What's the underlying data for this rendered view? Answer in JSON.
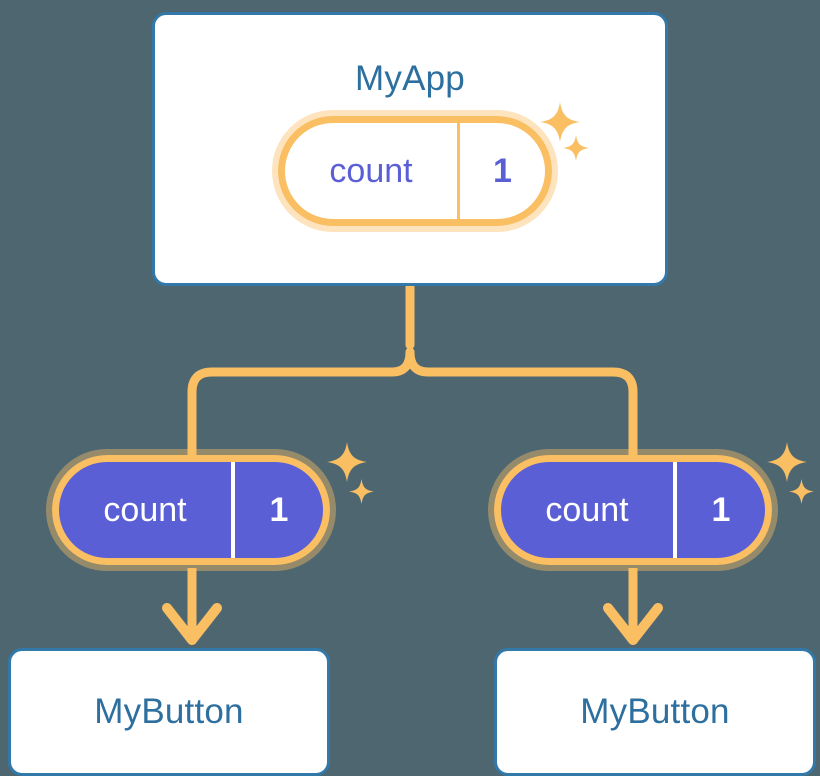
{
  "diagram": {
    "background_color": "#4d6670",
    "accent_orange": "#fabe63",
    "accent_blue": "#3278a8",
    "accent_purple": "#5b5fd6",
    "title_color": "#2d6f9e"
  },
  "root": {
    "component_name": "MyApp",
    "state": {
      "key": "count",
      "value": "1"
    }
  },
  "branches": [
    {
      "state": {
        "key": "count",
        "value": "1"
      },
      "component_name": "MyButton"
    },
    {
      "state": {
        "key": "count",
        "value": "1"
      },
      "component_name": "MyButton"
    }
  ],
  "icons": {
    "sparkle_large": "sparkle-four-point-large",
    "sparkle_small": "sparkle-four-point-small",
    "arrow": "arrow-down"
  }
}
